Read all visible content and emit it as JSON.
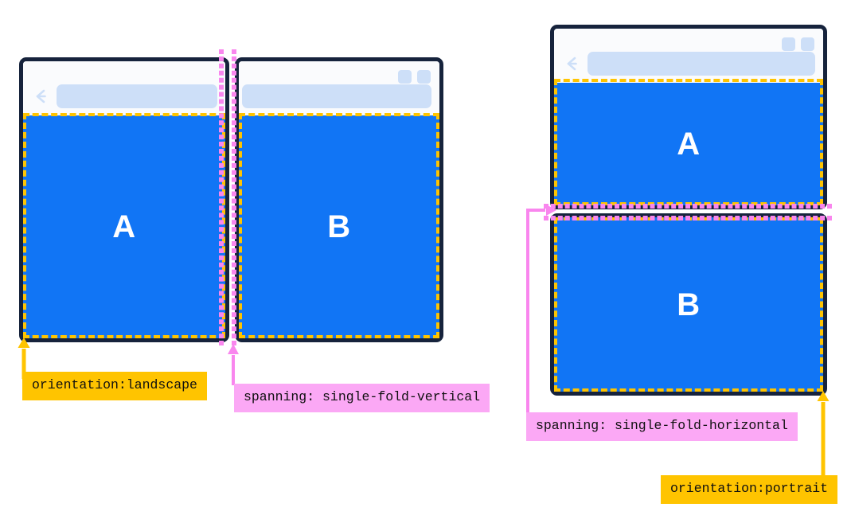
{
  "diagram": {
    "title": "Dual-screen / foldable viewport segment diagram",
    "colors": {
      "viewport_blue": "#1175f5",
      "frame_navy": "#16233c",
      "chrome_white": "#fafbfd",
      "urlbar_blue": "#cddff8",
      "measure_yellow": "#ffc400",
      "measure_magenta": "#f986ee",
      "label_magenta_bg": "#fba8f5",
      "letter_white": "#ffffff"
    }
  },
  "groups": [
    {
      "id": "landscape-group",
      "name": "single-fold-vertical-group",
      "windows": [
        {
          "id": "left-window-a",
          "segment_letter": "A",
          "back_icon": "back-arrow-icon",
          "urlbar_value": "",
          "urlbar_placeholder": "",
          "has_window_controls": false,
          "window_controls": []
        },
        {
          "id": "left-window-b",
          "segment_letter": "B",
          "back_icon": "back-arrow-icon",
          "urlbar_value": "",
          "urlbar_placeholder": "",
          "has_window_controls": true,
          "window_controls": [
            "minimize-button",
            "maximize-button"
          ]
        }
      ],
      "labels": [
        {
          "id": "orientation-landscape-label",
          "text": "orientation:landscape",
          "style": "yellow"
        },
        {
          "id": "spanning-single-fold-vertical-label",
          "text": "spanning: single-fold-vertical",
          "style": "magenta"
        }
      ]
    },
    {
      "id": "portrait-group",
      "name": "single-fold-horizontal-group",
      "windows": [
        {
          "id": "right-window-a",
          "segment_letter": "A",
          "back_icon": "back-arrow-icon",
          "urlbar_value": "",
          "urlbar_placeholder": "",
          "has_window_controls": true,
          "window_controls": [
            "minimize-button",
            "maximize-button"
          ]
        },
        {
          "id": "right-window-b",
          "segment_letter": "B",
          "back_icon": "",
          "urlbar_value": "",
          "urlbar_placeholder": "",
          "has_window_controls": false,
          "window_controls": []
        }
      ],
      "labels": [
        {
          "id": "spanning-single-fold-horizontal-label",
          "text": "spanning: single-fold-horizontal",
          "style": "magenta"
        },
        {
          "id": "orientation-portrait-label",
          "text": "orientation:portrait",
          "style": "yellow"
        }
      ]
    }
  ]
}
